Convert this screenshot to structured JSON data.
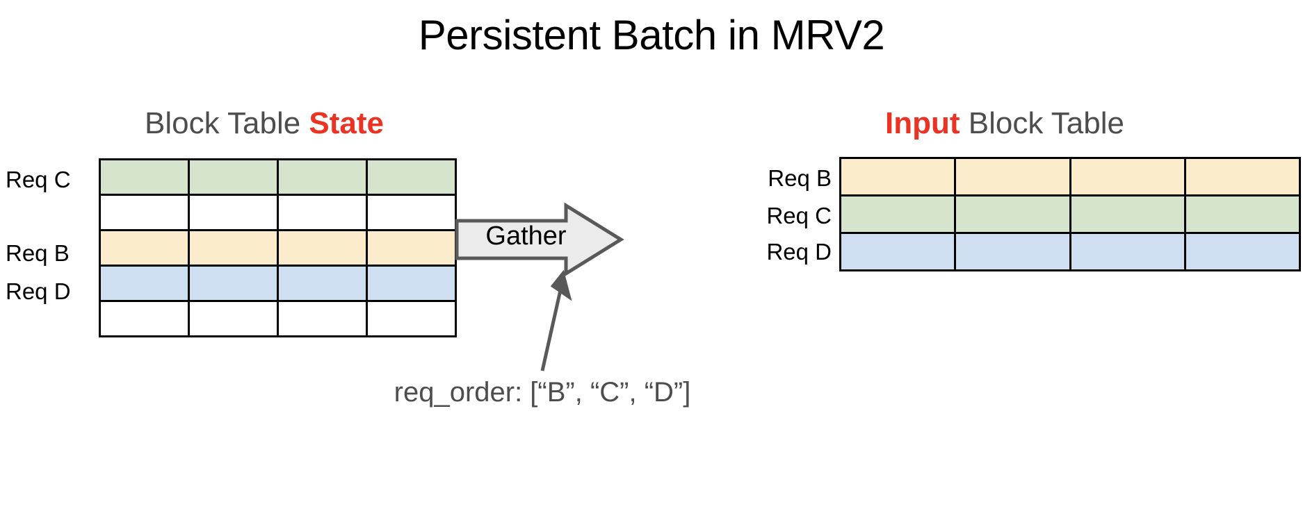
{
  "title": "Persistent Batch in MRV2",
  "left_panel": {
    "heading_prefix": "Block Table ",
    "heading_highlight": "State",
    "columns": 4,
    "rows": [
      {
        "label": "Req C",
        "color": "#d7e4cd",
        "color_name": "green"
      },
      {
        "label": "",
        "color": "#ffffff",
        "color_name": "white"
      },
      {
        "label": "Req B",
        "color": "#fbeccc",
        "color_name": "yellow"
      },
      {
        "label": "Req D",
        "color": "#cfdef0",
        "color_name": "blue"
      },
      {
        "label": "",
        "color": "#ffffff",
        "color_name": "white"
      }
    ]
  },
  "right_panel": {
    "heading_highlight": "Input",
    "heading_suffix": " Block Table",
    "columns": 4,
    "rows": [
      {
        "label": "Req B",
        "color": "#fbeccc",
        "color_name": "yellow"
      },
      {
        "label": "Req C",
        "color": "#d7e4cd",
        "color_name": "green"
      },
      {
        "label": "Req D",
        "color": "#cfdef0",
        "color_name": "blue"
      }
    ]
  },
  "operation": {
    "label": "Gather",
    "fill": "#ebebeb",
    "stroke": "#595959"
  },
  "caption": "req_order: [“B”, “C”, “D”]",
  "colors": {
    "accent_red": "#ea3323",
    "heading_gray": "#4d4d4d",
    "grid_black": "#000000",
    "green": "#d7e4cd",
    "yellow": "#fbeccc",
    "blue": "#cfdef0"
  }
}
